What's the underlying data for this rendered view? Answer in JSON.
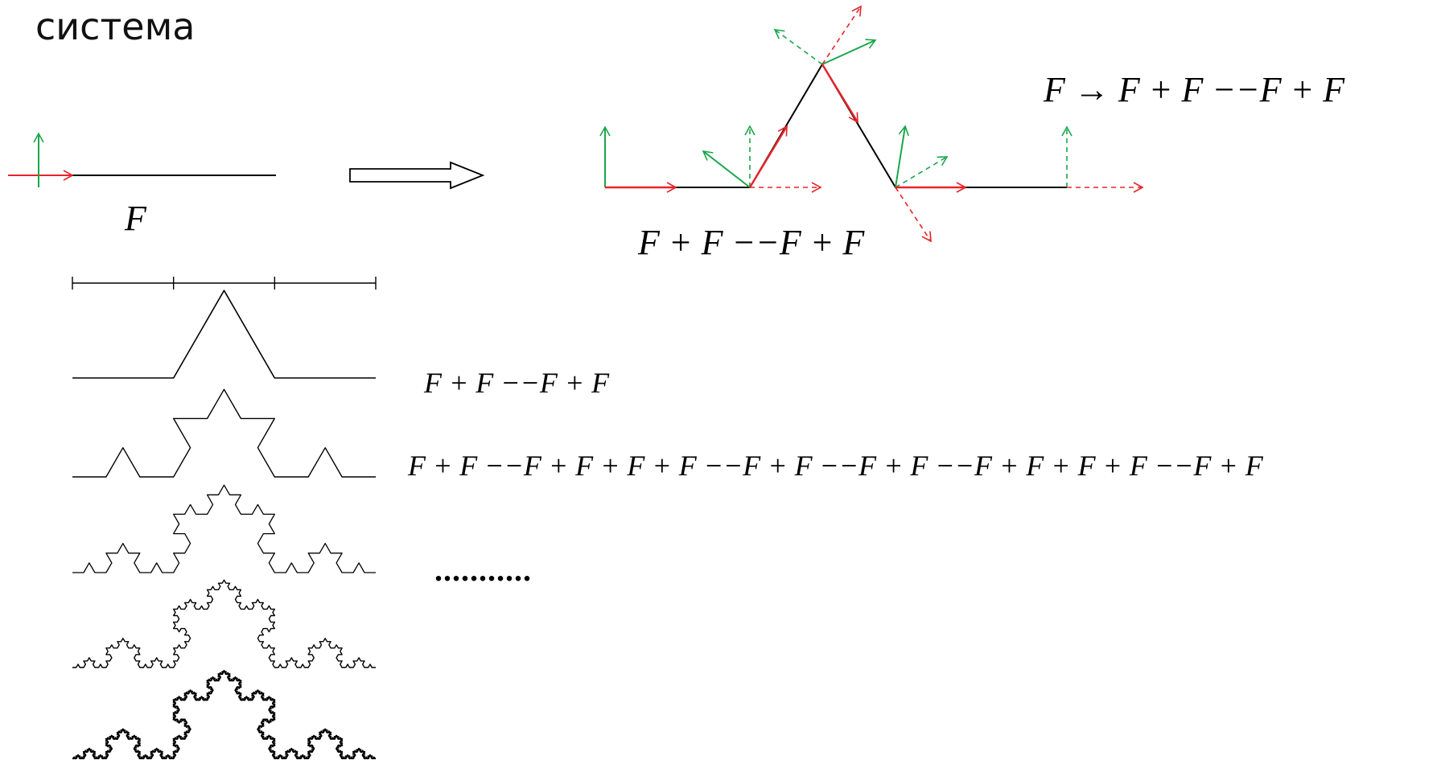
{
  "title": "система",
  "base_label": "F",
  "first_step_label": "F + F −−F + F",
  "rule": "F → F + F −−F + F",
  "strings": [
    "F + F −−F + F",
    "F + F −−F + F + F + F −−F + F −−F + F −−F + F + F + F −−F + F"
  ],
  "continuation": "...........",
  "iterations_shown": 6,
  "colors": {
    "segment": "#000000",
    "heading": "#e8232a",
    "normal": "#1aa64a"
  }
}
